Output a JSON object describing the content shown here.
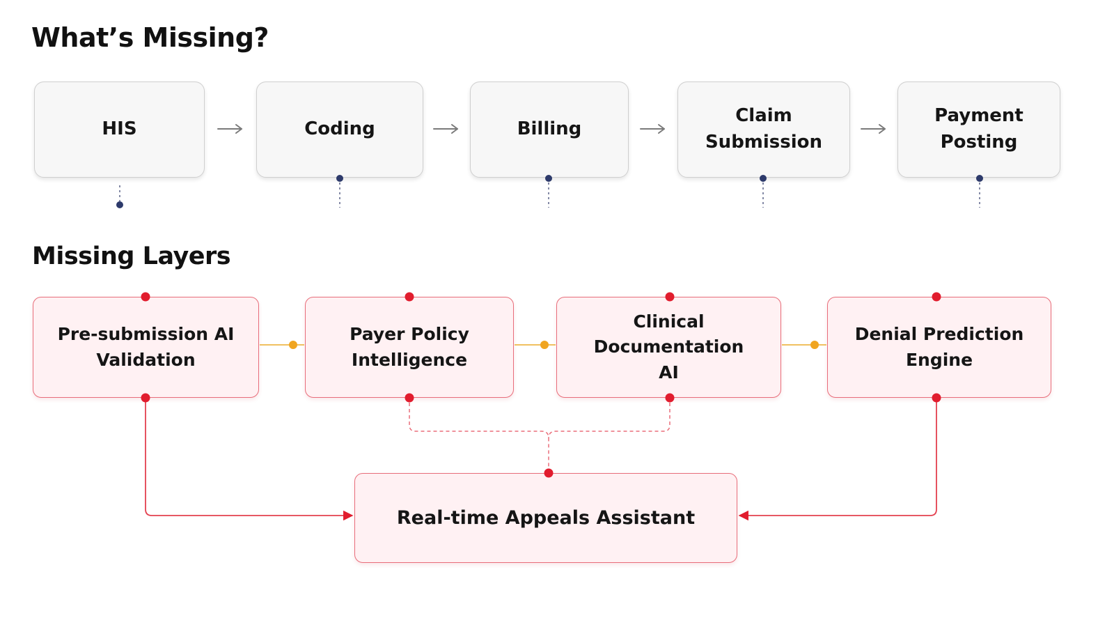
{
  "headings": {
    "pipeline": "What’s Missing?",
    "layers": "Missing Layers"
  },
  "pipeline": {
    "stages": [
      {
        "label": "HIS"
      },
      {
        "label": "Coding"
      },
      {
        "label": "Billing"
      },
      {
        "label": "Claim\nSubmission"
      },
      {
        "label": "Payment\nPosting"
      }
    ]
  },
  "layers": {
    "items": [
      {
        "label": "Pre-submission AI\nValidation"
      },
      {
        "label": "Payer Policy\nIntelligence"
      },
      {
        "label": "Clinical Documentation\nAI"
      },
      {
        "label": "Denial Prediction\nEngine"
      }
    ],
    "target": {
      "label": "Real-time Appeals Assistant"
    }
  },
  "colors": {
    "arrow_gray": "#7a7a7a",
    "navy_dot": "#2d3a6b",
    "red_accent": "#e11d2e",
    "red_line": "#e4404f",
    "amber": "#f0a520",
    "dashed_red": "#ea6f7b"
  }
}
